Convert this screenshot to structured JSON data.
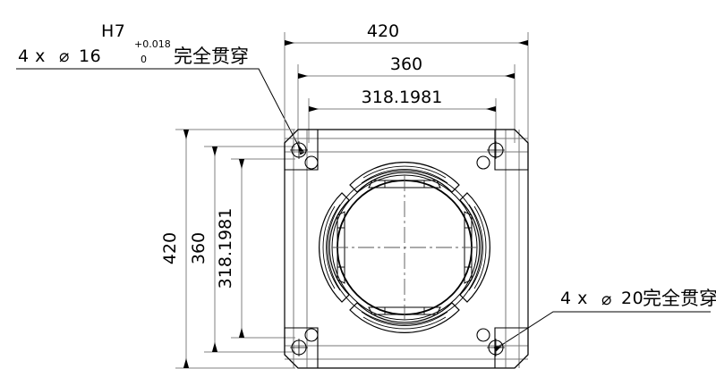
{
  "drawing": {
    "type": "engineering-drawing",
    "view": "front-view-square-flange-plate",
    "background_color": "#ffffff",
    "line_color": "#000000",
    "dim_line_color": "#808080",
    "annotations": {
      "top_left": {
        "quantity": "4 x",
        "diameter_symbol": "⌀",
        "diameter_value": "16",
        "fit_class": "H7",
        "tolerance_upper": "+0.018",
        "tolerance_lower": "0",
        "note": "完全贯穿"
      },
      "bottom_right": {
        "quantity": "4 x",
        "diameter_symbol": "⌀",
        "diameter_value": "20",
        "note": "完全贯穿"
      }
    },
    "dimensions": {
      "horizontal": [
        {
          "value": "420",
          "label": "overall-width"
        },
        {
          "value": "360",
          "label": "bolt-circle-span"
        },
        {
          "value": "318.1981",
          "label": "inner-span"
        }
      ],
      "vertical": [
        {
          "value": "420",
          "label": "overall-height"
        },
        {
          "value": "360",
          "label": "bolt-circle-span"
        },
        {
          "value": "318.1981",
          "label": "inner-span"
        }
      ]
    },
    "part": {
      "outline": "square-plate-with-chamfered-corners",
      "corner_blocks": 4,
      "holes_per_corner": 2,
      "center_feature": "circular-bore-with-four-arc-jaws",
      "jaw_count": 4,
      "centerlines": "dash-dot-cross"
    }
  }
}
